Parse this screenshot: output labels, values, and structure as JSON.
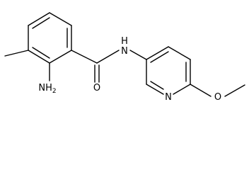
{
  "diagram": {
    "type": "chemical-structure",
    "atoms": {
      "amide_n": "N",
      "amide_n_h": "H",
      "amide_o": "O",
      "amine": "NH",
      "amine_subscript": "2",
      "pyridine_n": "N",
      "methoxy_o": "O"
    }
  }
}
